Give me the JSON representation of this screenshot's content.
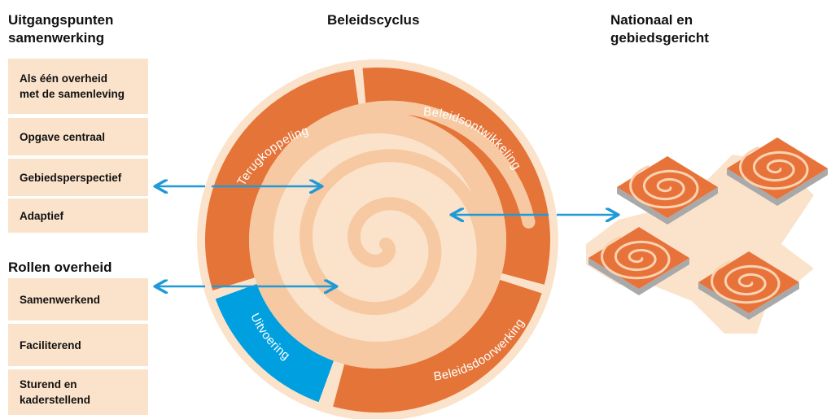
{
  "headings": {
    "left_top": "Uitgangspunten\nsamenwerking",
    "center": "Beleidscyclus",
    "right": "Nationaal en\ngebiedsgericht",
    "left_bottom": "Rollen overheid"
  },
  "principles": [
    "Als één overheid\nmet de samenleving",
    "Opgave centraal",
    "Gebiedsperspectief",
    "Adaptief"
  ],
  "roles": [
    "Samenwerkend",
    "Faciliterend",
    "Sturend en\nkaderstellend"
  ],
  "cycle_segments": {
    "feedback": "Terugkoppeling",
    "development": "Beleidsontwikkeling",
    "impact": "Beleidsdoorwerking",
    "execution": "Uitvoering"
  },
  "colors": {
    "segment_orange": "#e57439",
    "segment_blue": "#009fdf",
    "ring_light": "#fbe3cb",
    "ring_mid": "#f7c9a2",
    "box_fill": "#fbe3cb",
    "arrow": "#1f9ad6",
    "tile_top": "#e8733a",
    "tile_side": "#a9a9a9"
  },
  "icons": {
    "spiral": "spiral-icon",
    "arrow": "double-arrow-icon",
    "map": "tiles-map-icon"
  }
}
